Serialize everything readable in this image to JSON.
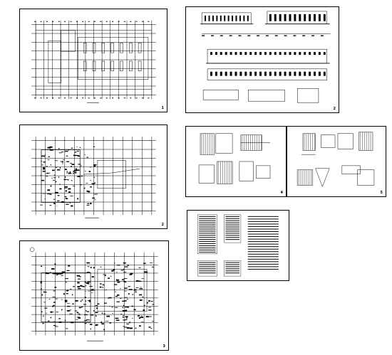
{
  "sheets": [
    {
      "id": "s1",
      "number": "1",
      "kind": "floor-plan-grid"
    },
    {
      "id": "s2",
      "number": "2",
      "kind": "elevations"
    },
    {
      "id": "s3",
      "number": "2",
      "kind": "floor-plan"
    },
    {
      "id": "s4",
      "number": "4",
      "kind": "details"
    },
    {
      "id": "s5",
      "number": "5",
      "kind": "details"
    },
    {
      "id": "s6",
      "number": "3",
      "kind": "floor-plan-dense"
    },
    {
      "id": "s7",
      "number": "",
      "kind": "notes-table"
    }
  ],
  "colors": {
    "ink": "#000000",
    "paper": "#ffffff"
  }
}
